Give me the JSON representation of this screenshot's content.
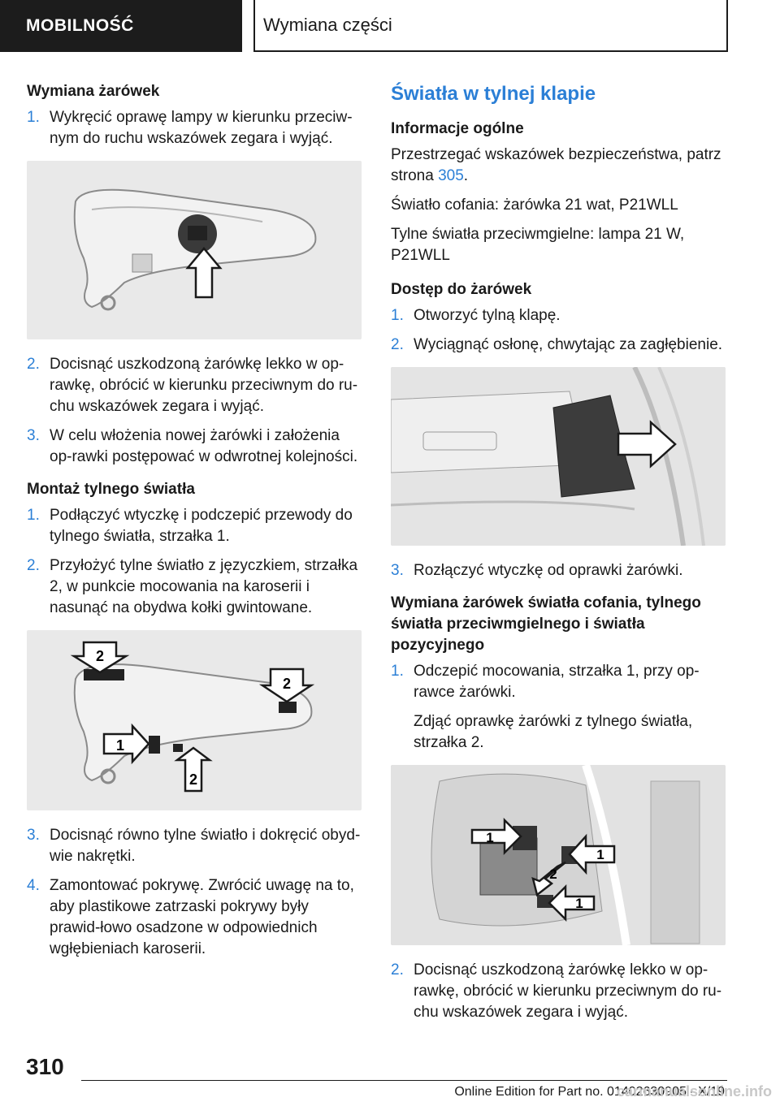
{
  "header": {
    "section": "MOBILNOŚĆ",
    "title": "Wymiana części"
  },
  "left": {
    "h_wymiana": "Wymiana żarówek",
    "steps1": [
      {
        "n": "1.",
        "text": "Wykręcić oprawę lampy w kierunku przeciw-nym do ruchu wskazówek zegara i wyjąć."
      },
      {
        "n": "2.",
        "text": "Docisnąć uszkodzoną żarówkę lekko w op-rawkę, obrócić w kierunku przeciwnym do ru-chu wskazówek zegara i wyjąć."
      },
      {
        "n": "3.",
        "text": "W celu włożenia nowej żarówki i założenia op-rawki postępować w odwrotnej kolejności."
      }
    ],
    "h_montaz": "Montaż tylnego światła",
    "steps2": [
      {
        "n": "1.",
        "text": "Podłączyć wtyczkę i podczepić przewody do tylnego światła, strzałka 1."
      },
      {
        "n": "2.",
        "text": "Przyłożyć tylne światło z języczkiem, strzałka 2, w punkcie mocowania na karoserii i nasunąć na obydwa kołki gwintowane."
      },
      {
        "n": "3.",
        "text": "Docisnąć równo tylne światło i dokręcić obyd-wie nakrętki."
      },
      {
        "n": "4.",
        "text": "Zamontować pokrywę. Zwrócić uwagę na to, aby plastikowe zatrzaski pokrywy były prawid-łowo osadzone w odpowiednich wgłębieniach karoserii."
      }
    ],
    "fig2_labels": [
      "2",
      "2",
      "1",
      "2"
    ]
  },
  "right": {
    "h_main": "Światła w tylnej klapie",
    "h_info": "Informacje ogólne",
    "p_safety_prefix": "Przestrzegać wskazówek bezpieczeństwa, patrz strona ",
    "p_safety_link": "305",
    "p_safety_suffix": ".",
    "p_reverse": "Światło cofania: żarówka 21 wat, P21WLL",
    "p_fog": "Tylne światła przeciwmgielne: lampa 21 W, P21WLL",
    "h_access": "Dostęp do żarówek",
    "steps_access": [
      {
        "n": "1.",
        "text": "Otworzyć tylną klapę."
      },
      {
        "n": "2.",
        "text": "Wyciągnąć osłonę, chwytając za zagłębienie."
      }
    ],
    "steps_access3": {
      "n": "3.",
      "text": "Rozłączyć wtyczkę od oprawki żarówki."
    },
    "h_replace": "Wymiana żarówek światła cofania, tylnego światła przeciwmgielnego i światła pozycyjnego",
    "step_r1": {
      "n": "1.",
      "text": "Odczepić mocowania, strzałka 1, przy op-rawce żarówki."
    },
    "step_r1b": "Zdjąć oprawkę żarówki z tylnego światła, strzałka 2.",
    "fig4_labels": [
      "1",
      "1",
      "2",
      "1"
    ],
    "step_r2": {
      "n": "2.",
      "text": "Docisnąć uszkodzoną żarówkę lekko w op-rawkę, obrócić w kierunku przeciwnym do ru-chu wskazówek zegara i wyjąć."
    }
  },
  "footer": {
    "page": "310",
    "edition": "Online Edition for Part no. 01402630905 - X/19",
    "site": "carmanualsonline.info"
  },
  "colors": {
    "accent": "#2b7fd6",
    "header_bg": "#1c1c1c"
  }
}
